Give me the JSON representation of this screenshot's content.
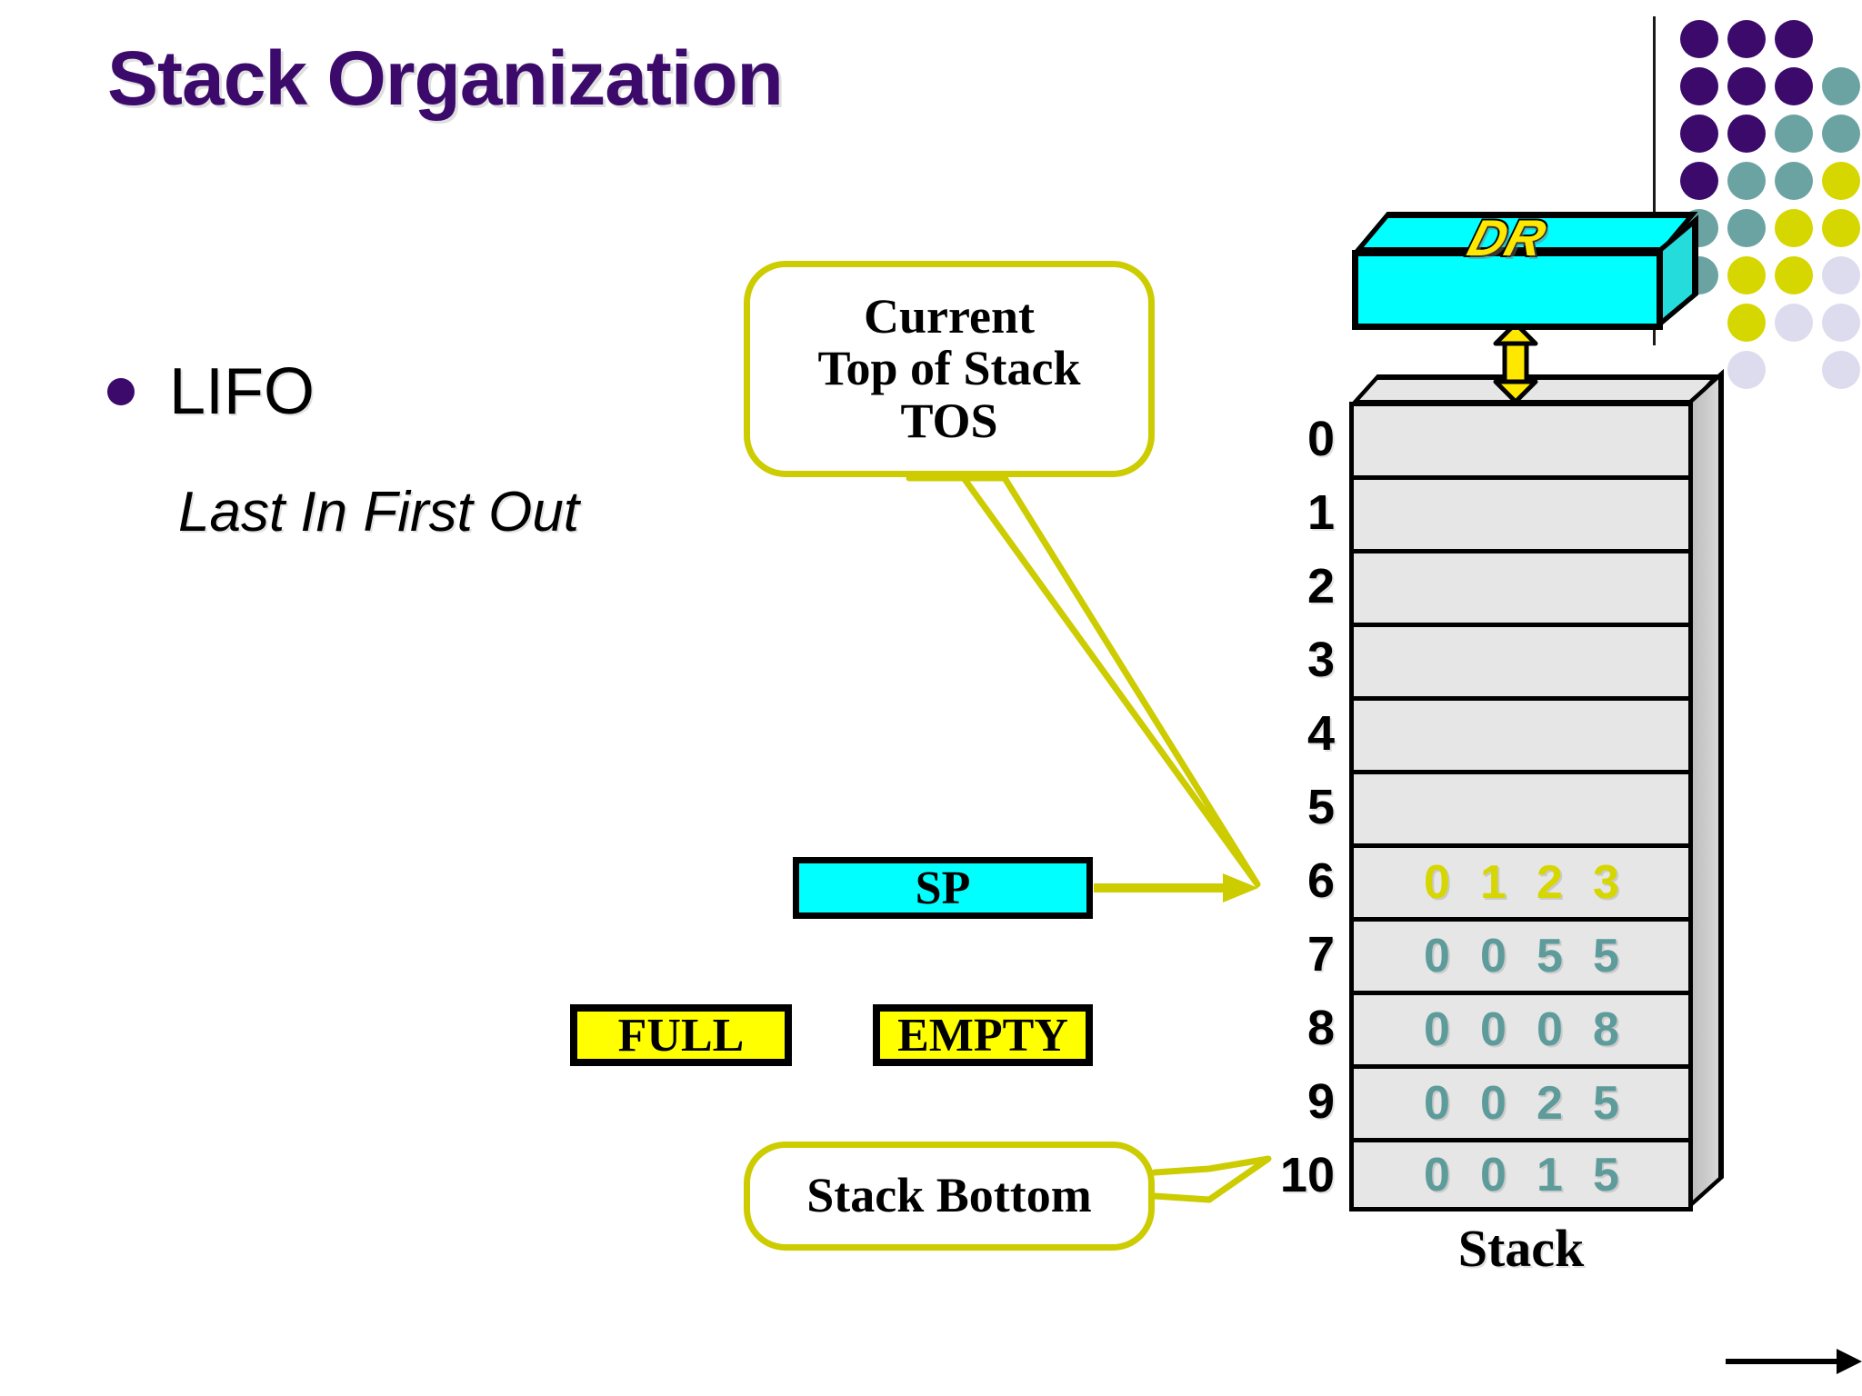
{
  "slide": {
    "title": "Stack Organization",
    "title_color": "#3B0A6B",
    "bullet": {
      "label": "LIFO",
      "sub_label": "Last In First Out",
      "bullet_color": "#3B0A6B"
    }
  },
  "callouts": {
    "tos": {
      "line1": "Current",
      "line2": "Top of Stack",
      "line3": "TOS",
      "border_color": "#CCCC00"
    },
    "bottom": {
      "label": "Stack Bottom",
      "border_color": "#CCCC00"
    }
  },
  "registers": {
    "dr": {
      "label": "DR",
      "fill": "#00FFFF",
      "text_color": "#FFE800"
    },
    "sp": {
      "label": "SP",
      "fill": "#00FFFF",
      "text_color": "#000000"
    }
  },
  "flags": [
    {
      "name": "full",
      "label": "FULL",
      "fill": "#FFFF00"
    },
    {
      "name": "empty",
      "label": "EMPTY",
      "fill": "#FFFF00"
    }
  ],
  "stack": {
    "caption": "Stack",
    "cell_fill": "#E6E6E6",
    "highlight_color": "#D6D600",
    "value_color": "#5E9B9B",
    "indices": [
      "0",
      "1",
      "2",
      "3",
      "4",
      "5",
      "6",
      "7",
      "8",
      "9",
      "10"
    ],
    "rows": [
      {
        "index": "0",
        "nibbles": [
          "",
          "",
          "",
          ""
        ],
        "highlighted": false
      },
      {
        "index": "1",
        "nibbles": [
          "",
          "",
          "",
          ""
        ],
        "highlighted": false
      },
      {
        "index": "2",
        "nibbles": [
          "",
          "",
          "",
          ""
        ],
        "highlighted": false
      },
      {
        "index": "3",
        "nibbles": [
          "",
          "",
          "",
          ""
        ],
        "highlighted": false
      },
      {
        "index": "4",
        "nibbles": [
          "",
          "",
          "",
          ""
        ],
        "highlighted": false
      },
      {
        "index": "5",
        "nibbles": [
          "",
          "",
          "",
          ""
        ],
        "highlighted": false
      },
      {
        "index": "6",
        "nibbles": [
          "0",
          "1",
          "2",
          "3"
        ],
        "highlighted": true
      },
      {
        "index": "7",
        "nibbles": [
          "0",
          "0",
          "5",
          "5"
        ],
        "highlighted": false
      },
      {
        "index": "8",
        "nibbles": [
          "0",
          "0",
          "0",
          "8"
        ],
        "highlighted": false
      },
      {
        "index": "9",
        "nibbles": [
          "0",
          "0",
          "2",
          "5"
        ],
        "highlighted": false
      },
      {
        "index": "10",
        "nibbles": [
          "0",
          "0",
          "1",
          "5"
        ],
        "highlighted": false
      }
    ]
  },
  "decor": {
    "dot_colors": {
      "purple": "#3B0A6B",
      "teal": "#6BA3A3",
      "yellow": "#D6D600",
      "lavender": "#DCDCEE"
    },
    "dot_grid": [
      [
        "purple",
        "purple",
        "purple",
        null,
        null
      ],
      [
        "purple",
        "purple",
        "purple",
        "teal",
        null
      ],
      [
        "purple",
        "purple",
        "teal",
        "teal",
        "yellow"
      ],
      [
        "purple",
        "teal",
        "teal",
        "yellow",
        null
      ],
      [
        "teal",
        "teal",
        "yellow",
        "yellow",
        "lavender"
      ],
      [
        "teal",
        "yellow",
        "yellow",
        "lavender",
        null
      ],
      [
        null,
        "yellow",
        "lavender",
        "lavender",
        null
      ],
      [
        null,
        "lavender",
        null,
        "lavender",
        null
      ]
    ]
  }
}
